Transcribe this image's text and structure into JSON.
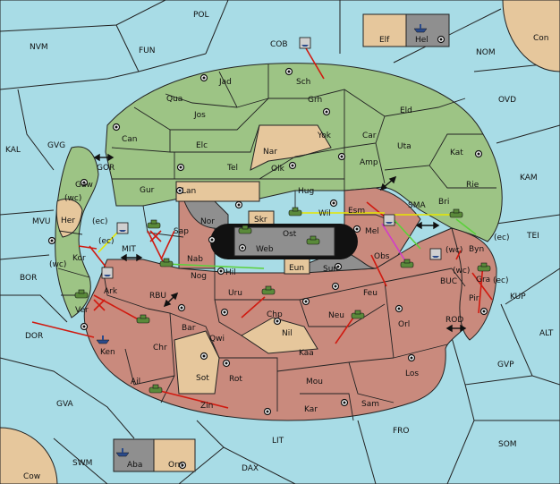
{
  "colors": {
    "sea": "#a8dce6",
    "power_green": "#9dc485",
    "power_red": "#c98a7d",
    "neutral": "#e6c79c",
    "impassable": "#8f8f8f",
    "move_red": "#d01a10",
    "move_yellow": "#e6e600",
    "move_green": "#5bd13a",
    "move_magenta": "#d23cc8"
  },
  "sea_labels": {
    "POL": "POL",
    "NVM": "NVM",
    "FUN": "FUN",
    "COB": "COB",
    "NOM": "NOM",
    "Con": "Con",
    "OVD": "OVD",
    "KAL": "KAL",
    "GVG": "GVG",
    "GOR": "GOR",
    "KAM": "KAM",
    "SMA": "SMA",
    "MVU": "MVU",
    "MIT": "MIT",
    "TEI": "TEI",
    "BOR": "BOR",
    "RBU": "RBU",
    "BUC": "BUC",
    "KUP": "KUP",
    "DOR": "DOR",
    "ROD": "ROD",
    "ALT": "ALT",
    "GVP": "GVP",
    "GVA": "GVA",
    "FRO": "FRO",
    "LIT": "LIT",
    "SOM": "SOM",
    "SWM": "SWM",
    "DAX": "DAX",
    "Cow": "Cow"
  },
  "green_labels": {
    "Jad": "Jad",
    "Sch": "Sch",
    "Qua": "Qua",
    "Grh": "Grh",
    "Jos": "Jos",
    "Eld": "Eld",
    "Can": "Can",
    "Yok": "Yok",
    "Car": "Car",
    "Uta": "Uta",
    "Elc": "Elc",
    "Kat": "Kat",
    "Tel": "Tel",
    "Olk": "Olk",
    "Amp": "Amp",
    "Gaw": "Gaw",
    "Gur": "Gur",
    "Hug": "Hug",
    "Rie": "Rie",
    "Bri": "Bri",
    "Nor": "Nor",
    "Wil": "Wil",
    "Esm": "Esm",
    "Sap": "Sap",
    "Byn": "Byn",
    "Kor": "Kor",
    "Ver": "Ver"
  },
  "red_labels": {
    "Nab": "Nab",
    "Mel": "Mel",
    "Obs": "Obs",
    "Hil": "Hil",
    "Nog": "Nog",
    "Sun": "Sun",
    "Ark": "Ark",
    "Uru": "Uru",
    "Feu": "Feu",
    "Gra": "Gra",
    "Pir": "Pir",
    "Chp": "Chp",
    "Bar": "Bar",
    "Neu": "Neu",
    "Orl": "Orl",
    "Qwi": "Qwi",
    "Chr": "Chr",
    "Kaa": "Kaa",
    "Ken": "Ken",
    "Rot": "Rot",
    "Los": "Los",
    "Mou": "Mou",
    "Ail": "Ail",
    "Sam": "Sam",
    "Zin": "Zin",
    "Kar": "Kar"
  },
  "neutral_labels": {
    "Elf": "Elf",
    "Nar": "Nar",
    "Lan": "Lan",
    "Her": "Her",
    "Skr": "Skr",
    "Eun": "Eun",
    "Nil": "Nil",
    "Sot": "Sot",
    "Orn": "Orn"
  },
  "grey_labels": {
    "Hel": "Hel",
    "Ost": "Ost",
    "Web": "Web",
    "Aba": "Aba"
  },
  "coast_labels": {
    "wc1": "(wc)",
    "ec1": "(ec)",
    "ec2": "(ec)",
    "wc2": "(wc)",
    "wc3": "(wc)",
    "ec3": "(ec)",
    "wc4": "(wc)",
    "ec4": "(ec)"
  }
}
